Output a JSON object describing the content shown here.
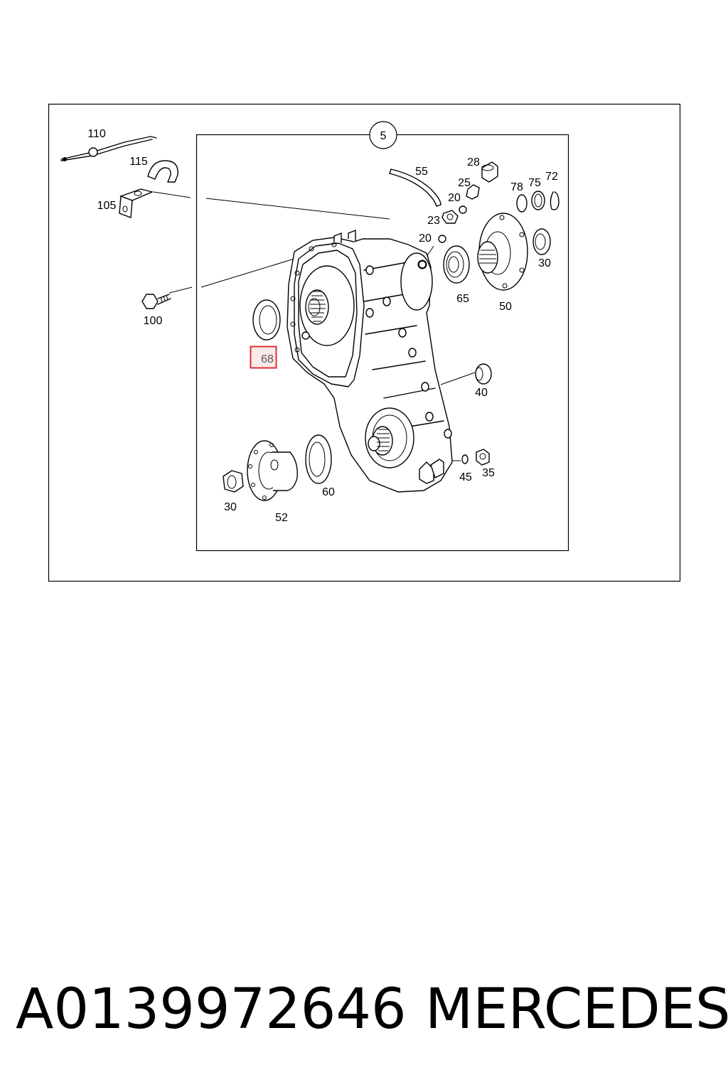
{
  "diagram": {
    "group_number": "5",
    "labels": {
      "l110": "110",
      "l115": "115",
      "l105": "105",
      "l100": "100",
      "l68": "68",
      "l55": "55",
      "l28": "28",
      "l25": "25",
      "l20a": "20",
      "l23": "23",
      "l20b": "20",
      "l78": "78",
      "l75": "75",
      "l72": "72",
      "l30a": "30",
      "l65": "65",
      "l50": "50",
      "l40": "40",
      "l45": "45",
      "l35": "35",
      "l60": "60",
      "l30b": "30",
      "l52": "52"
    },
    "highlight_color": "#e03030"
  },
  "caption": {
    "part_number": "A0139972646",
    "brand": "MERCEDES"
  }
}
